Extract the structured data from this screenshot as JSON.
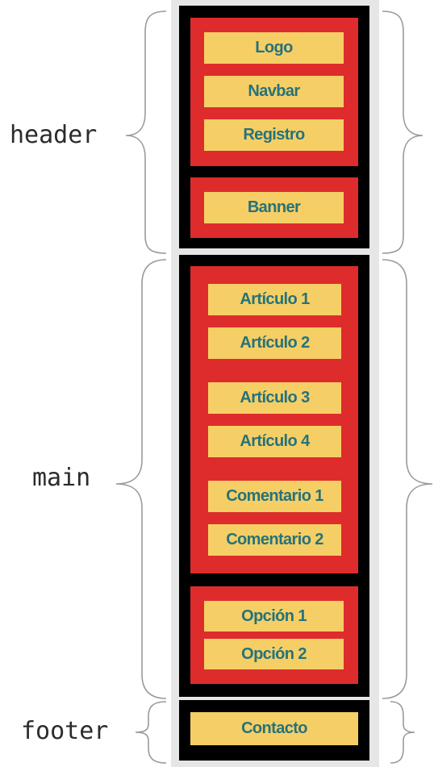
{
  "labels": {
    "header": "header",
    "main": "main",
    "footer": "footer"
  },
  "header": {
    "top_group": [
      "Logo",
      "Navbar",
      "Registro"
    ],
    "banner": "Banner"
  },
  "main": {
    "articles": [
      "Artículo 1",
      "Artículo 2",
      "Artículo 3",
      "Artículo 4"
    ],
    "comments": [
      "Comentario 1",
      "Comentario 2"
    ],
    "options": [
      "Opción 1",
      "Opción 2"
    ]
  },
  "footer": {
    "contact": "Contacto"
  },
  "colors": {
    "outer": "#e6e6e6",
    "section": "#000000",
    "group": "#de2c2c",
    "item_bg": "#f5cf66",
    "item_text": "#26727a",
    "brace": "#9a9a9a"
  }
}
